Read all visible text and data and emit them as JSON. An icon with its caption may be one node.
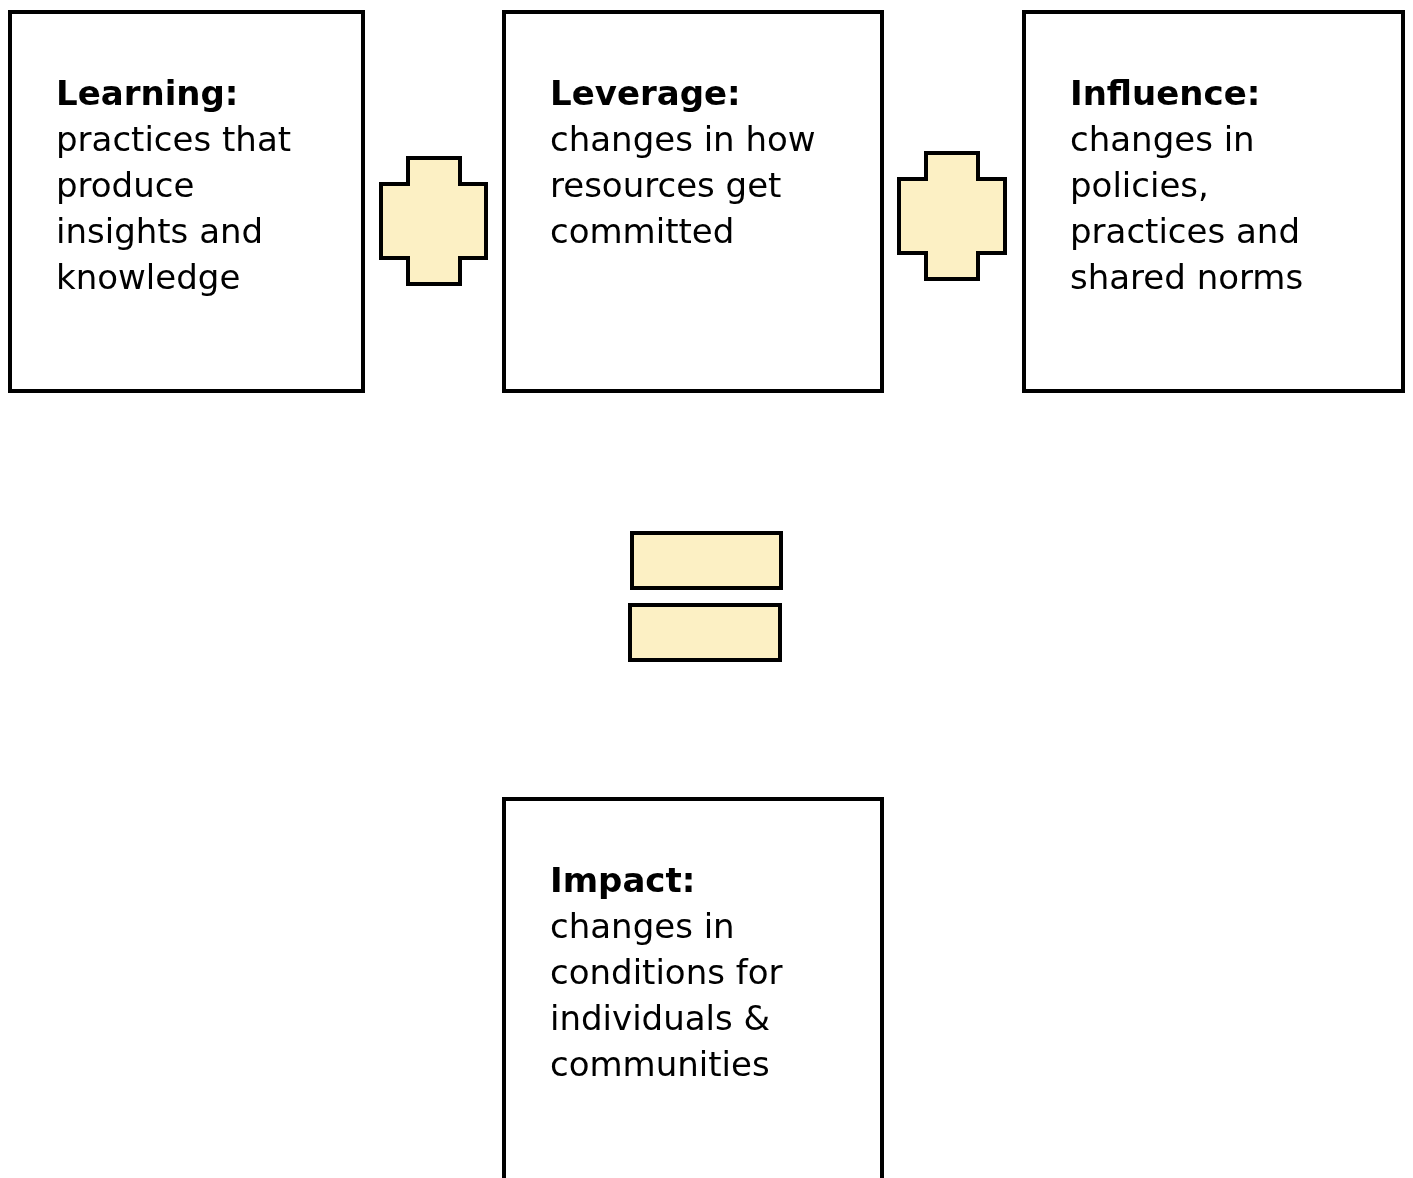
{
  "diagram": {
    "nodes": [
      {
        "text": [
          "Learning:",
          "practices that produce insights and knowledge"
        ]
      },
      {
        "text": [
          "Leverage:",
          "changes in how resources get committed"
        ]
      },
      {
        "text": [
          "Influence:",
          "changes in policies, practices and shared norms"
        ]
      },
      {
        "text": [
          "Impact:",
          "changes in conditions for individuals & communities"
        ]
      }
    ],
    "edges": []
  }
}
